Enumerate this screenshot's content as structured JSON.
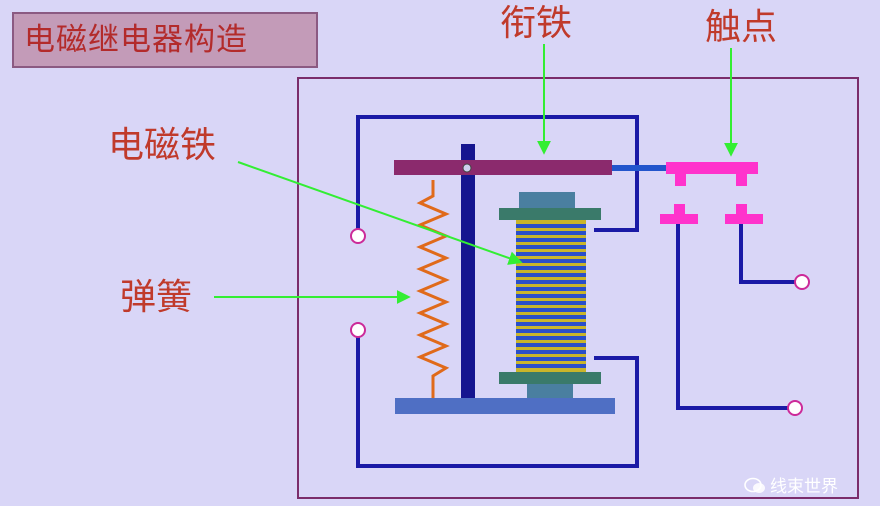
{
  "title": "电磁继电器构造",
  "labels": {
    "armature": "衔铁",
    "contact": "触点",
    "electromagnet": "电磁铁",
    "spring": "弹簧"
  },
  "watermark": "线束世界",
  "colors": {
    "background": "#d9d6f7",
    "title_bg": "#c39bb8",
    "label_text": "#c03a2b",
    "wire": "#1a1aa6",
    "armature": "#8b2a6d",
    "contact": "#ff33cc",
    "spring": "#e06a1a",
    "pointer": "#33ee33"
  }
}
